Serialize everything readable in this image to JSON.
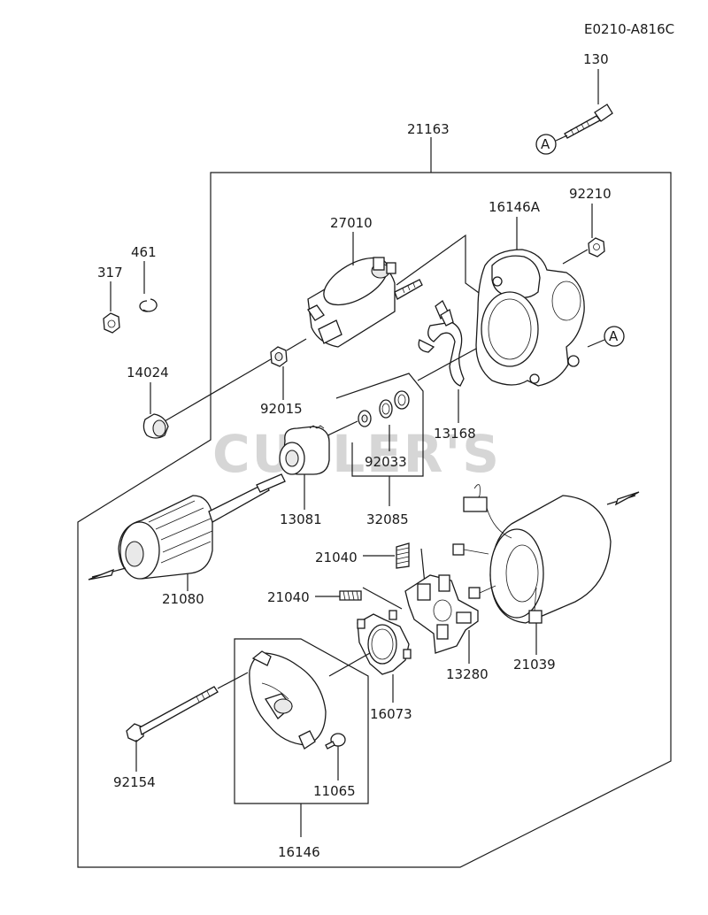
{
  "diagram_code": "E0210-A816C",
  "watermark": "CUTLER'S",
  "ref_marker": "A",
  "parts": {
    "p130": "130",
    "p21163": "21163",
    "p16146A": "16146A",
    "p92210": "92210",
    "p27010": "27010",
    "p461": "461",
    "p317": "317",
    "p14024": "14024",
    "p92015": "92015",
    "p13168": "13168",
    "p92033": "92033",
    "p13081": "13081",
    "p32085": "32085",
    "p21080": "21080",
    "p21040a": "21040",
    "p21040b": "21040",
    "p13280": "13280",
    "p21039": "21039",
    "p16073": "16073",
    "p92154": "92154",
    "p11065": "11065",
    "p16146": "16146"
  }
}
